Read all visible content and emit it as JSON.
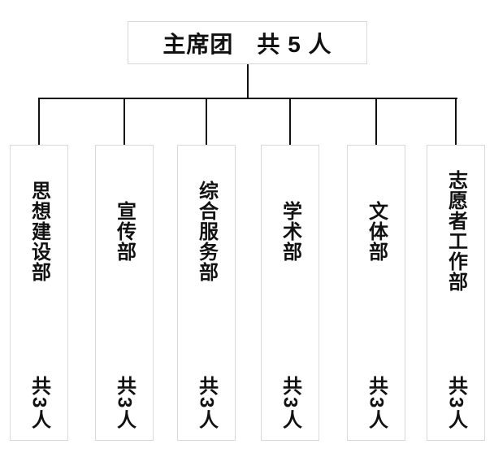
{
  "org_chart": {
    "root": {
      "label": "主席团　共 5 人"
    },
    "departments": [
      {
        "name": "思想建设部",
        "count": "共3人"
      },
      {
        "name": "宣传部",
        "count": "共3人"
      },
      {
        "name": "综合服务部",
        "count": "共3人"
      },
      {
        "name": "学术部",
        "count": "共3人"
      },
      {
        "name": "文体部",
        "count": "共3人"
      },
      {
        "name": "志愿者工作部",
        "count": "共3人"
      }
    ],
    "colors": {
      "line": "#111111",
      "box_border": "#d9d9d9",
      "text": "#111111",
      "background": "#ffffff"
    }
  }
}
